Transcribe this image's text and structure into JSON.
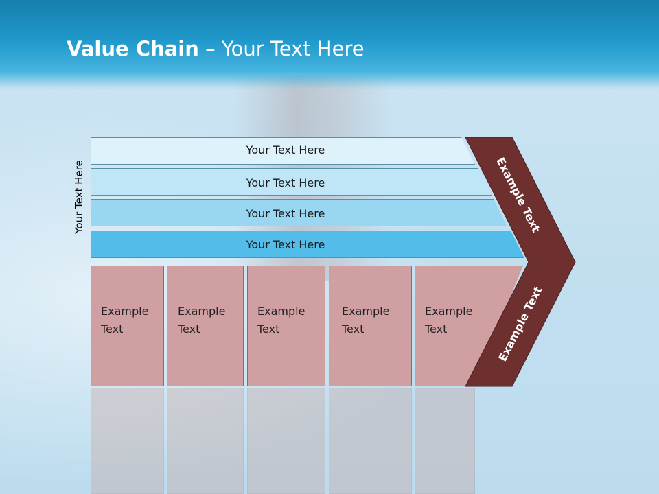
{
  "header": {
    "title_bold": "Value Chain",
    "title_rest": " – Your Text Here"
  },
  "side_label": "Your Text Here",
  "bands": [
    {
      "label": "Your Text Here",
      "color": "#def2fb"
    },
    {
      "label": "Your Text Here",
      "color": "#bee6f6"
    },
    {
      "label": "Your Text Here",
      "color": "#98d6f1"
    },
    {
      "label": "Your Text Here",
      "color": "#52bde8"
    }
  ],
  "boxes": [
    {
      "label": "Example Text"
    },
    {
      "label": "Example Text"
    },
    {
      "label": "Example Text"
    },
    {
      "label": "Example Text"
    },
    {
      "label": "Example Text"
    }
  ],
  "chevron": {
    "upper_label": "Example Text",
    "lower_label": "Example Text",
    "color": "#6e2f2f"
  }
}
